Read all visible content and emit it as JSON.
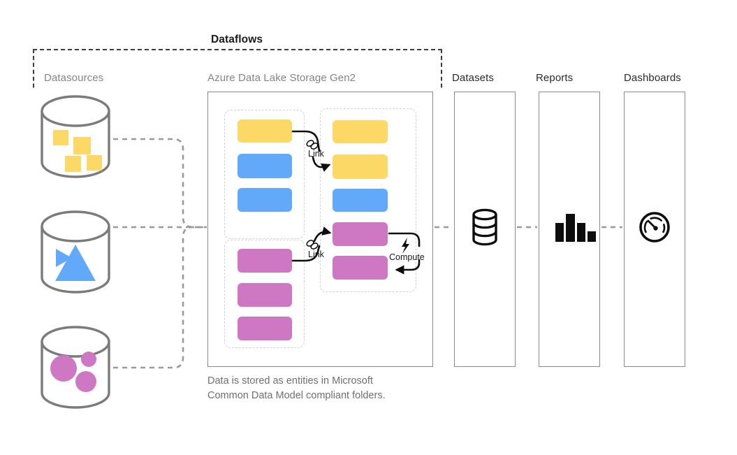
{
  "diagram": {
    "title": "Dataflows",
    "caption": "Data is stored as entities in Microsoft\nCommon Data Model compliant folders."
  },
  "columns": {
    "datasources": {
      "label": "Datasources"
    },
    "storage": {
      "label": "Azure Data Lake Storage Gen2"
    },
    "datasets": {
      "label": "Datasets",
      "icon": "database-icon"
    },
    "reports": {
      "label": "Reports",
      "icon": "bar-chart-icon"
    },
    "dashboards": {
      "label": "Dashboards",
      "icon": "gauge-icon"
    }
  },
  "datasources": [
    {
      "name": "datasource-yellow",
      "icon": "database-cylinder-icon",
      "shape": "squares",
      "color": "#fcd866",
      "count": 4
    },
    {
      "name": "datasource-blue",
      "icon": "database-cylinder-icon",
      "shape": "triangles",
      "color": "#62aaf9",
      "count": 2
    },
    {
      "name": "datasource-pink",
      "icon": "database-cylinder-icon",
      "shape": "circles",
      "color": "#ce78c3",
      "count": 3
    }
  ],
  "entity_groups": [
    {
      "name": "cdm-folder-left-top",
      "entities": [
        {
          "color": "#fcd866",
          "type": "yellow-entity"
        },
        {
          "color": "#62aaf9",
          "type": "blue-entity"
        },
        {
          "color": "#62aaf9",
          "type": "blue-entity"
        }
      ]
    },
    {
      "name": "cdm-folder-left-bottom",
      "entities": [
        {
          "color": "#ce78c3",
          "type": "pink-entity"
        },
        {
          "color": "#ce78c3",
          "type": "pink-entity"
        },
        {
          "color": "#ce78c3",
          "type": "pink-entity"
        }
      ]
    },
    {
      "name": "cdm-folder-right",
      "entities": [
        {
          "color": "#fcd866",
          "type": "yellow-entity"
        },
        {
          "color": "#fcd866",
          "type": "yellow-entity"
        },
        {
          "color": "#62aaf9",
          "type": "blue-entity"
        },
        {
          "color": "#ce78c3",
          "type": "pink-entity"
        },
        {
          "color": "#ce78c3",
          "type": "pink-entity"
        }
      ]
    }
  ],
  "annotations": [
    {
      "name": "link-annotation-top",
      "label": "Link",
      "icon": "chain-link-icon"
    },
    {
      "name": "link-annotation-bottom",
      "label": "Link",
      "icon": "chain-link-icon"
    },
    {
      "name": "compute-annotation",
      "label": "Compute",
      "icon": "lightning-bolt-icon"
    }
  ],
  "colors": {
    "yellow": "#fcd866",
    "blue": "#62aaf9",
    "pink": "#ce78c3",
    "outline_gray": "#8a8a8a",
    "dashed_gray": "#d2d2d2",
    "label_gray": "#848484",
    "label_dark": "#2b2b2b",
    "connector_gray": "#9a9a9a",
    "arrow_black": "#0d0d0d"
  }
}
